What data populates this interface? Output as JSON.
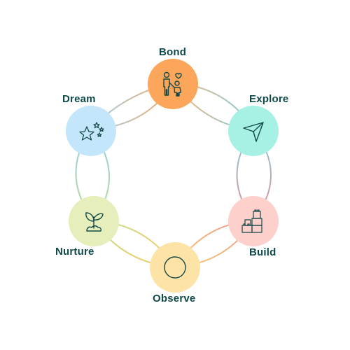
{
  "diagram": {
    "nodes": [
      {
        "id": "bond",
        "label": "Bond",
        "color": "#fba65a",
        "icon": "family-icon"
      },
      {
        "id": "explore",
        "label": "Explore",
        "color": "#a6f0e4",
        "icon": "paper-plane-icon"
      },
      {
        "id": "build",
        "label": "Build",
        "color": "#fdd0cc",
        "icon": "blocks-icon"
      },
      {
        "id": "observe",
        "label": "Observe",
        "color": "#fde3a6",
        "icon": "circle-icon"
      },
      {
        "id": "nurture",
        "label": "Nurture",
        "color": "#e6eebb",
        "icon": "sprout-icon"
      },
      {
        "id": "dream",
        "label": "Dream",
        "color": "#c3e6fb",
        "icon": "stars-icon"
      }
    ],
    "colors": {
      "label_text": "#0f4a4a",
      "icon_stroke": "#134848"
    }
  }
}
